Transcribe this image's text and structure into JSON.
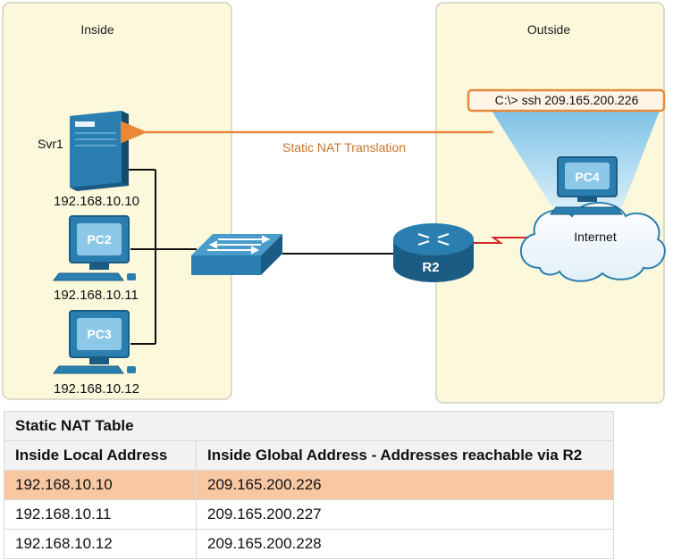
{
  "zones": {
    "inside_label": "Inside",
    "outside_label": "Outside"
  },
  "devices": {
    "server": {
      "name": "Svr1",
      "ip": "192.168.10.10"
    },
    "pc2": {
      "name": "PC2",
      "ip": "192.168.10.11"
    },
    "pc3": {
      "name": "PC3",
      "ip": "192.168.10.12"
    },
    "router": {
      "name": "R2"
    },
    "pc4": {
      "name": "PC4"
    },
    "cloud": {
      "name": "Internet"
    }
  },
  "command": "C:\\> ssh 209.165.200.226",
  "translation_label": "Static NAT Translation",
  "table": {
    "title": "Static NAT Table",
    "headers": [
      "Inside Local Address",
      "Inside Global Address - Addresses reachable via R2"
    ],
    "rows": [
      {
        "local": "192.168.10.10",
        "global": "209.165.200.226",
        "highlight": true
      },
      {
        "local": "192.168.10.11",
        "global": "209.165.200.227",
        "highlight": false
      },
      {
        "local": "192.168.10.12",
        "global": "209.165.200.228",
        "highlight": false
      }
    ]
  },
  "colors": {
    "zone_fill": "#fbf8dc",
    "zone_border": "#d0cfbf",
    "device_blue": "#2b7fb0",
    "device_dark": "#1b5c84",
    "accent_orange": "#e8893a",
    "serial_red": "#d9262b",
    "highlight_row": "#f8c8a3"
  }
}
